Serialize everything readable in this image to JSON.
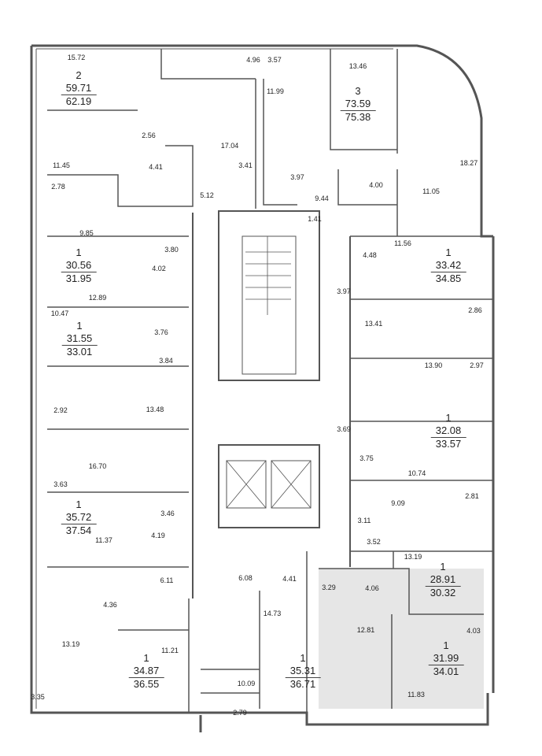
{
  "apartments": [
    {
      "rooms": "2",
      "living": "59.71",
      "total": "62.19"
    },
    {
      "rooms": "3",
      "living": "73.59",
      "total": "75.38"
    },
    {
      "rooms": "1",
      "living": "30.56",
      "total": "31.95"
    },
    {
      "rooms": "1",
      "living": "33.42",
      "total": "34.85"
    },
    {
      "rooms": "1",
      "living": "31.55",
      "total": "33.01"
    },
    {
      "rooms": "1",
      "living": "32.08",
      "total": "33.57"
    },
    {
      "rooms": "1",
      "living": "35.72",
      "total": "37.54"
    },
    {
      "rooms": "1",
      "living": "28.91",
      "total": "30.32"
    },
    {
      "rooms": "1",
      "living": "34.87",
      "total": "36.55"
    },
    {
      "rooms": "1",
      "living": "35.31",
      "total": "36.71"
    },
    {
      "rooms": "1",
      "living": "31.99",
      "total": "34.01"
    }
  ],
  "room_areas": [
    "15.72",
    "4.96",
    "3.57",
    "13.46",
    "11.99",
    "2.56",
    "17.04",
    "11.45",
    "4.41",
    "3.41",
    "18.27",
    "3.97",
    "4.00",
    "11.05",
    "2.78",
    "5.12",
    "9.44",
    "1.41",
    "9.85",
    "11.56",
    "3.80",
    "4.48",
    "4.02",
    "12.89",
    "3.97",
    "10.47",
    "2.86",
    "3.76",
    "13.41",
    "3.84",
    "13.90",
    "2.97",
    "2.92",
    "13.48",
    "3.69",
    "16.70",
    "3.75",
    "10.74",
    "3.63",
    "9.09",
    "2.81",
    "3.11",
    "3.46",
    "4.19",
    "3.52",
    "11.37",
    "13.19",
    "6.11",
    "6.08",
    "4.41",
    "3.29",
    "4.06",
    "14.73",
    "4.36",
    "12.81",
    "4.03",
    "13.19",
    "11.21",
    "10.09",
    "2.79",
    "3.35",
    "11.83"
  ],
  "colors": {
    "wall": "#555555",
    "highlight": "#e6e6e6"
  }
}
